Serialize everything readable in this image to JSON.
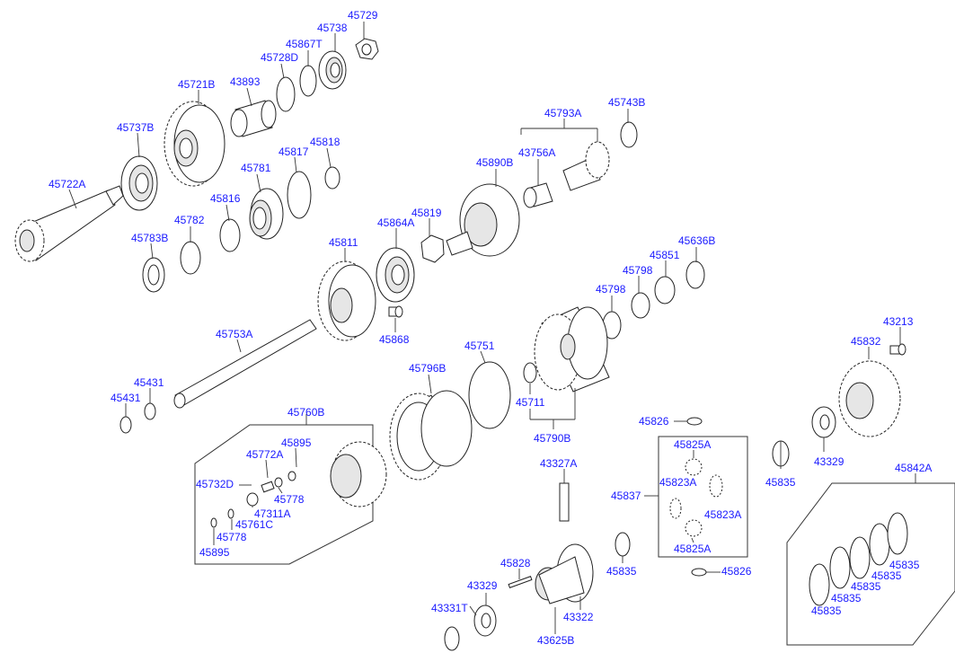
{
  "labels": [
    {
      "id": "p45729",
      "text": "45729"
    },
    {
      "id": "p45738",
      "text": "45738"
    },
    {
      "id": "p45867T",
      "text": "45867T"
    },
    {
      "id": "p45728D",
      "text": "45728D"
    },
    {
      "id": "p43893",
      "text": "43893"
    },
    {
      "id": "p45721B",
      "text": "45721B"
    },
    {
      "id": "p45737B",
      "text": "45737B"
    },
    {
      "id": "p45722A",
      "text": "45722A"
    },
    {
      "id": "p45781",
      "text": "45781"
    },
    {
      "id": "p45817",
      "text": "45817"
    },
    {
      "id": "p45818",
      "text": "45818"
    },
    {
      "id": "p45816",
      "text": "45816"
    },
    {
      "id": "p45782",
      "text": "45782"
    },
    {
      "id": "p45783B",
      "text": "45783B"
    },
    {
      "id": "p45793A",
      "text": "45793A"
    },
    {
      "id": "p45743B",
      "text": "45743B"
    },
    {
      "id": "p43756A",
      "text": "43756A"
    },
    {
      "id": "p45890B",
      "text": "45890B"
    },
    {
      "id": "p45864A",
      "text": "45864A"
    },
    {
      "id": "p45819",
      "text": "45819"
    },
    {
      "id": "p45811",
      "text": "45811"
    },
    {
      "id": "p45868",
      "text": "45868"
    },
    {
      "id": "p45636B",
      "text": "45636B"
    },
    {
      "id": "p45851",
      "text": "45851"
    },
    {
      "id": "p45798a",
      "text": "45798"
    },
    {
      "id": "p45798b",
      "text": "45798"
    },
    {
      "id": "p43213",
      "text": "43213"
    },
    {
      "id": "p45832",
      "text": "45832"
    },
    {
      "id": "p45753A",
      "text": "45753A"
    },
    {
      "id": "p45751",
      "text": "45751"
    },
    {
      "id": "p45796B",
      "text": "45796B"
    },
    {
      "id": "p45711",
      "text": "45711"
    },
    {
      "id": "p45790B",
      "text": "45790B"
    },
    {
      "id": "p45431a",
      "text": "45431"
    },
    {
      "id": "p45431b",
      "text": "45431"
    },
    {
      "id": "p45760B",
      "text": "45760B"
    },
    {
      "id": "p45895a",
      "text": "45895"
    },
    {
      "id": "p45772A",
      "text": "45772A"
    },
    {
      "id": "p45732D",
      "text": "45732D"
    },
    {
      "id": "p45778a",
      "text": "45778"
    },
    {
      "id": "p47311A",
      "text": "47311A"
    },
    {
      "id": "p45761C",
      "text": "45761C"
    },
    {
      "id": "p45778b",
      "text": "45778"
    },
    {
      "id": "p45895b",
      "text": "45895"
    },
    {
      "id": "p45826a",
      "text": "45826"
    },
    {
      "id": "p45825Aa",
      "text": "45825A"
    },
    {
      "id": "p45823Aa",
      "text": "45823A"
    },
    {
      "id": "p45837",
      "text": "45837"
    },
    {
      "id": "p45823Ab",
      "text": "45823A"
    },
    {
      "id": "p45825Ab",
      "text": "45825A"
    },
    {
      "id": "p45826b",
      "text": "45826"
    },
    {
      "id": "p43329a",
      "text": "43329"
    },
    {
      "id": "p45835a",
      "text": "45835"
    },
    {
      "id": "p45842A",
      "text": "45842A"
    },
    {
      "id": "p43327A",
      "text": "43327A"
    },
    {
      "id": "p45835b",
      "text": "45835"
    },
    {
      "id": "p45828",
      "text": "45828"
    },
    {
      "id": "p43329b",
      "text": "43329"
    },
    {
      "id": "p43331T",
      "text": "43331T"
    },
    {
      "id": "p43322",
      "text": "43322"
    },
    {
      "id": "p43625B",
      "text": "43625B"
    },
    {
      "id": "p45835c",
      "text": "45835"
    },
    {
      "id": "p45835d",
      "text": "45835"
    },
    {
      "id": "p45835e",
      "text": "45835"
    },
    {
      "id": "p45835f",
      "text": "45835"
    },
    {
      "id": "p45835g",
      "text": "45835"
    }
  ]
}
